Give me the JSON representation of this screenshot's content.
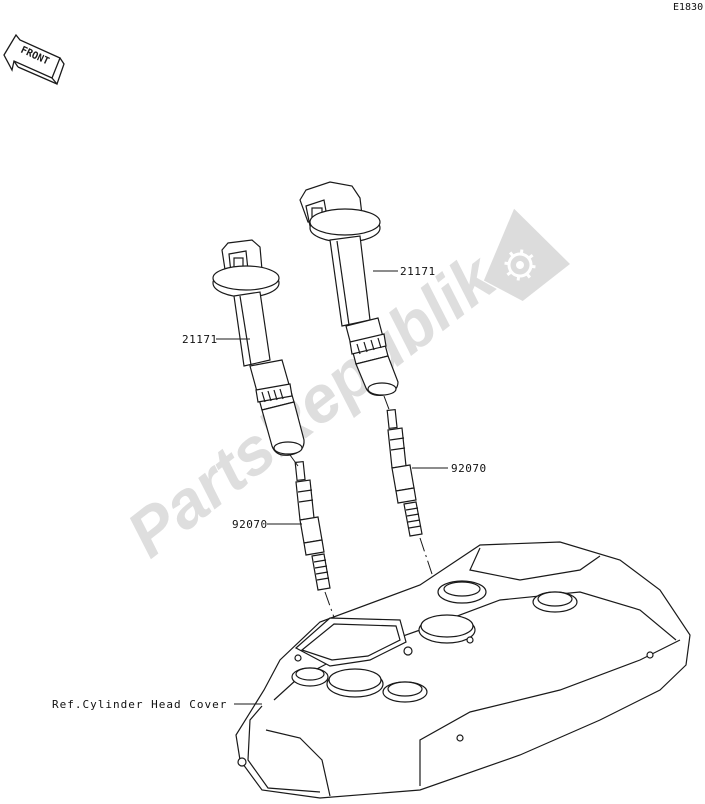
{
  "diagram": {
    "code": "E1830",
    "front_arrow_label": "FRONT",
    "watermark": "PartsRepublik",
    "parts": [
      {
        "number": "21171"
      },
      {
        "number": "21171"
      },
      {
        "number": "92070"
      },
      {
        "number": "92070"
      }
    ],
    "reference_label": "Ref.Cylinder Head Cover"
  },
  "colors": {
    "line": "#1a1a1a",
    "watermark": "#d9d9d9",
    "background": "#ffffff"
  }
}
